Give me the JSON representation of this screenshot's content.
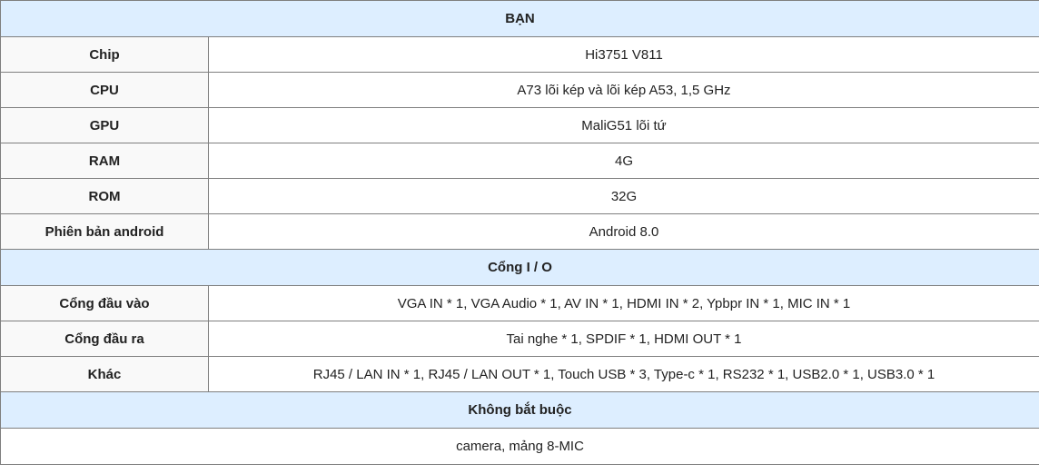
{
  "sections": {
    "hardware": {
      "title": "BẠN",
      "rows": [
        {
          "label": "Chip",
          "value": "Hi3751 V811"
        },
        {
          "label": "CPU",
          "value": "A73 lõi kép và lõi kép A53, 1,5 GHz"
        },
        {
          "label": "GPU",
          "value": "MaliG51 lõi tứ"
        },
        {
          "label": "RAM",
          "value": "4G"
        },
        {
          "label": "ROM",
          "value": "32G"
        },
        {
          "label": "Phiên bản android",
          "value": "Android 8.0"
        }
      ]
    },
    "io": {
      "title": "Cổng I / O",
      "rows": [
        {
          "label": "Cổng đầu vào",
          "value": "VGA IN * 1, VGA Audio * 1, AV IN * 1, HDMI IN * 2, Ypbpr IN * 1, MIC IN * 1"
        },
        {
          "label": "Cổng đầu ra",
          "value": "Tai nghe * 1, SPDIF * 1, HDMI OUT * 1"
        },
        {
          "label": "Khác",
          "value": "RJ45 / LAN IN * 1, RJ45 / LAN OUT * 1, Touch USB * 3, Type-c * 1, RS232 * 1, USB2.0 * 1, USB3.0 * 1"
        }
      ]
    },
    "optional": {
      "title": "Không bắt buộc",
      "value": "camera, mảng 8-MIC"
    }
  },
  "colors": {
    "header_bg": "#ddeeff",
    "label_bg": "#f9f9f9",
    "border": "#7f7f7f"
  }
}
